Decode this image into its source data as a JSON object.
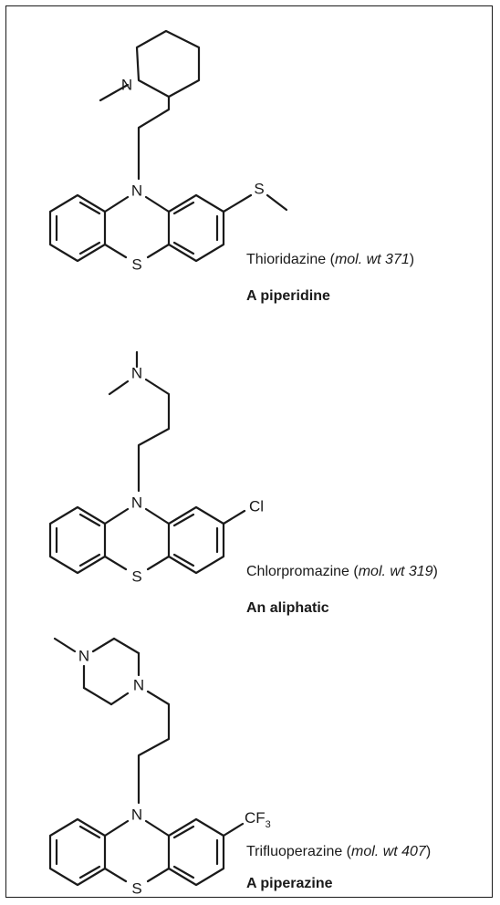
{
  "compounds": [
    {
      "name": "Thioridazine",
      "mw_label": "mol. wt 371",
      "class_label": "A piperidine",
      "substituent": "S",
      "ring_n_label": "N",
      "ring_s_label": "S",
      "side_n_label": "N"
    },
    {
      "name": "Chlorpromazine",
      "mw_label": "mol. wt 319",
      "class_label": "An aliphatic",
      "substituent": "Cl",
      "ring_n_label": "N",
      "ring_s_label": "S",
      "side_n_label": "N"
    },
    {
      "name": "Trifluoperazine",
      "mw_label": "mol. wt 407",
      "class_label": "A piperazine",
      "substituent": "CF",
      "substituent_sub": "3",
      "ring_n_label": "N",
      "ring_s_label": "S",
      "side_n1_label": "N",
      "side_n2_label": "N"
    }
  ]
}
